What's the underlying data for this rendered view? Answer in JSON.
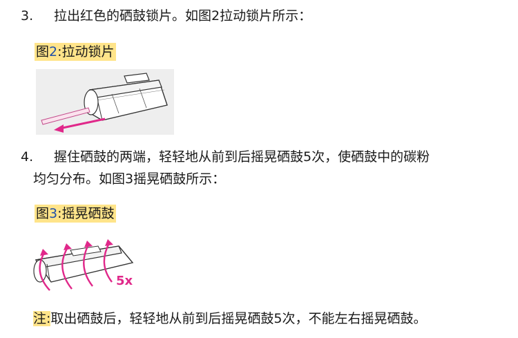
{
  "steps": [
    {
      "number": "3.",
      "text": "拉出红色的硒鼓锁片。如图2拉动锁片所示："
    },
    {
      "number": "4.",
      "line1": "握住硒鼓的两端，轻轻地从前到后摇晃硒鼓5次，使硒鼓中的碳粉",
      "line2": "均匀分布。如图3摇晃硒鼓所示："
    }
  ],
  "figures": [
    {
      "prefix": "图",
      "num": "2",
      "colon": ":",
      "title": "拉动锁片"
    },
    {
      "prefix": "图",
      "num": "3",
      "colon": ":",
      "title": "摇晃硒鼓",
      "badge": "5x"
    }
  ],
  "note": {
    "label": "注:",
    "text": "取出硒鼓后，轻轻地从前到后摇晃硒鼓5次，不能左右摇晃硒鼓。"
  },
  "colors": {
    "highlight": "#ffe48a",
    "arrow": "#e0288a",
    "number": "#1f4fa8"
  }
}
